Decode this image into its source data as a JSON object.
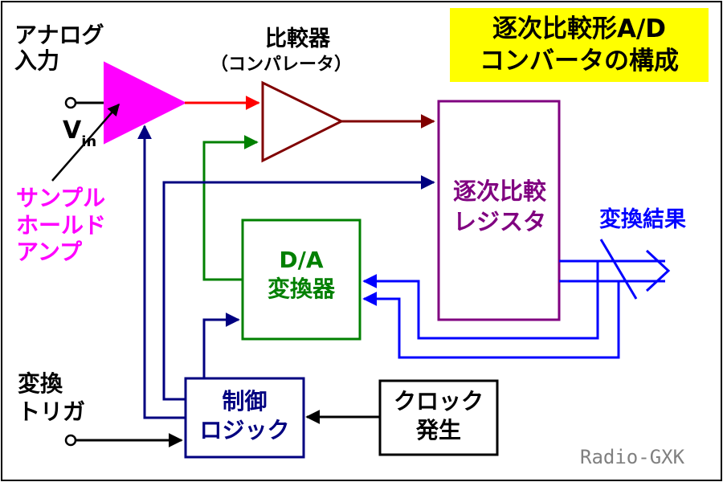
{
  "title": {
    "line1": "逐次比較形A/D",
    "line2": "コンバータの構成"
  },
  "labels": {
    "analog_input": "アナログ\n入力",
    "vin": "V",
    "vin_sub": "in",
    "sample_hold": "サンプル\nホールド\nアンプ",
    "comparator": "比較器",
    "comparator_sub": "（コンパレータ）",
    "sar": "逐次比較\nレジスタ",
    "dac": "D/A\n変換器",
    "control": "制御\nロジック",
    "clock": "クロック\n発生",
    "trigger": "変換\nトリガ",
    "result": "変換結果",
    "watermark": "Radio-GXK"
  },
  "colors": {
    "navy": "#000080",
    "green": "#008000",
    "purple": "#800080",
    "magenta": "#ff00ff",
    "red": "#ff0000",
    "maroon": "#800000",
    "blue": "#0000ff",
    "yellow": "#ffff00"
  }
}
